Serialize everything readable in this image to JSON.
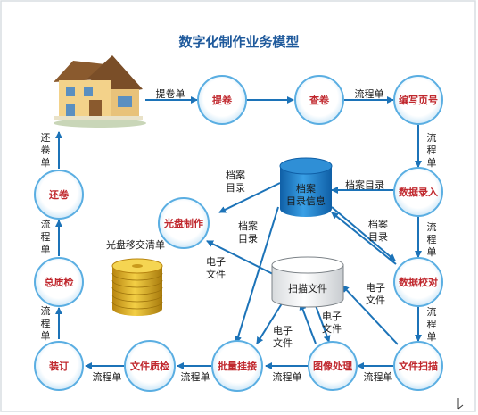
{
  "title": "数字化制作业务模型",
  "colors": {
    "border": "#d8dde2",
    "title": "#1f5a9c",
    "arrow": "#1c73b8",
    "node_text": "#c0282e",
    "node_ring": "#5aaee2",
    "node_fill": "#ffffff",
    "db_blue": "#1c7fc7",
    "coin": "#e0b020"
  },
  "icons": {
    "house": "house-icon",
    "archive_db": "database-cylinder-icon",
    "scan_db": "scan-file-cylinder-icon",
    "discs": "disc-stack-icon",
    "cursor": "text-cursor-icon"
  },
  "nodes": {
    "tijuan": "提卷",
    "chajuan": "查卷",
    "bianxie": "编写页号",
    "shuju_luru": "数据录入",
    "shuju_jiaodui": "数据校对",
    "wenjian_saomiao": "文件扫描",
    "tuxiang_chuli": "图像处理",
    "piliang_guajie": "批量挂接",
    "wenjian_zhijian": "文件质检",
    "zhuangding": "装订",
    "zong_zhijian": "总质检",
    "huanjuan": "还卷",
    "guangpan_zhizuo": "光盘制作"
  },
  "stores": {
    "archive_info": [
      "档案",
      "目录信息"
    ],
    "scan_files": "扫描文件"
  },
  "labels": {
    "tijuan_dan": "提卷单",
    "liucheng_top": "流程单",
    "liucheng_r1": [
      "流",
      "程",
      "单"
    ],
    "liucheng_r2": [
      "流",
      "程",
      "单"
    ],
    "liucheng_r3": [
      "流",
      "程",
      "单"
    ],
    "liucheng_b1": "流程单",
    "liucheng_b2": "流程单",
    "liucheng_b3": "流程单",
    "liucheng_b4": "流程单",
    "liucheng_l1": [
      "流",
      "程",
      "单"
    ],
    "liucheng_l2": [
      "流",
      "程",
      "单"
    ],
    "huanjuan_dan": [
      "还",
      "卷",
      "单"
    ],
    "dangan_mulu_1": [
      "档案",
      "目录"
    ],
    "dangan_mulu_2": "档案目录",
    "dangan_mulu_3": [
      "档案",
      "目录"
    ],
    "dangan_mulu_4": [
      "档案",
      "目录"
    ],
    "dianzi_wenjian_1": [
      "电子",
      "文件"
    ],
    "dianzi_wenjian_2": [
      "电子",
      "文件"
    ],
    "dianzi_wenjian_3": [
      "电子",
      "文件"
    ],
    "dianzi_wenjian_4": [
      "电子",
      "文件"
    ],
    "guangpan_yijiao": "光盘移交清单"
  }
}
